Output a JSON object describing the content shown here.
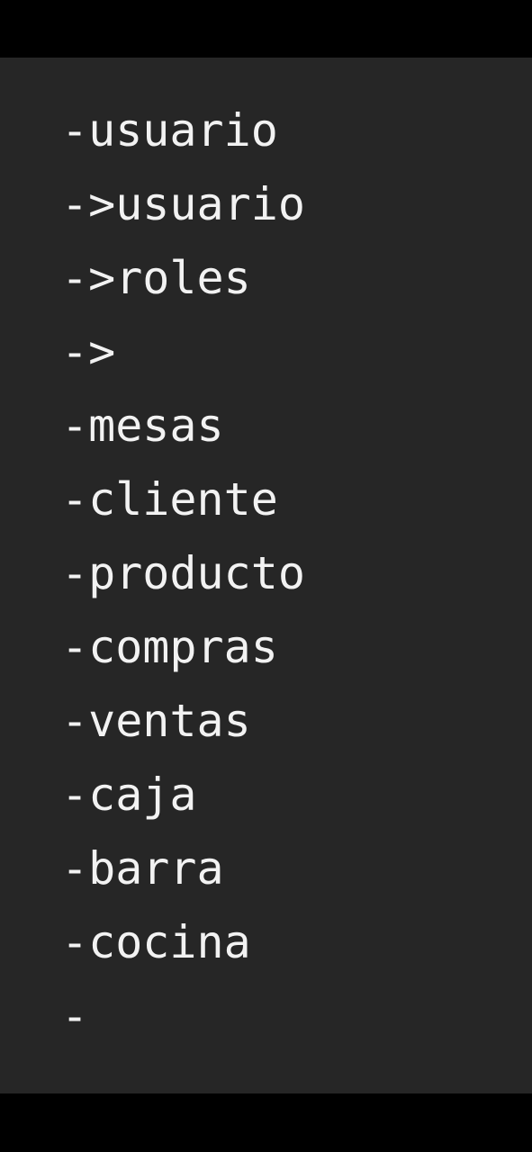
{
  "editor": {
    "background": "#262626",
    "text_color": "#f2f2f2",
    "lines": [
      "-usuario",
      "->usuario",
      "->roles",
      "->",
      "-mesas",
      "-cliente",
      "-producto",
      "-compras",
      "-ventas",
      "-caja",
      "-barra",
      "-cocina",
      "-"
    ]
  }
}
